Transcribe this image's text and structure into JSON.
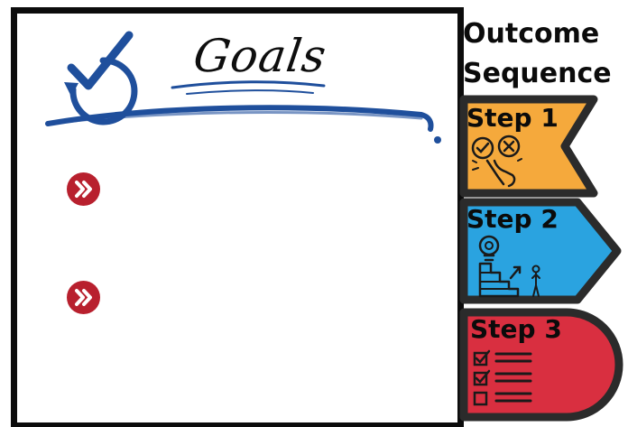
{
  "goals": {
    "title": "Goals",
    "items": [
      "",
      ""
    ]
  },
  "outcome": {
    "title_line1": "Outcome",
    "title_line2": "Sequence"
  },
  "steps": [
    {
      "label": "Step 1",
      "color": "#f5a93c",
      "icon": "decision-check-cross-icon"
    },
    {
      "label": "Step 2",
      "color": "#2aa3e0",
      "icon": "idea-stairs-growth-icon"
    },
    {
      "label": "Step 3",
      "color": "#d92f40",
      "icon": "checklist-icon"
    }
  ],
  "colors": {
    "accent_blue": "#1f4f9c",
    "bullet_red": "#b8202e",
    "frame": "#0c0c0c"
  }
}
